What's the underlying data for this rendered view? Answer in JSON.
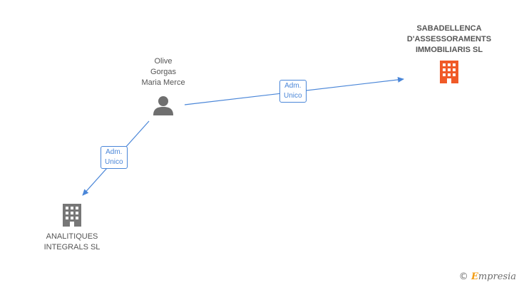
{
  "colors": {
    "edge": "#4a86d8",
    "person": "#6f6f6f",
    "company_main": "#f05a28",
    "company_other": "#777777"
  },
  "nodes": {
    "person": {
      "icon": "person-icon",
      "name_line1": "Olive",
      "name_line2": "Gorgas",
      "name_line3": "Maria Merce"
    },
    "company_main": {
      "icon": "building-icon",
      "name_line1": "SABADELLENCA",
      "name_line2": "D'ASSESSORAMENTS",
      "name_line3": "IMMOBILIARIS SL"
    },
    "company_other": {
      "icon": "building-icon",
      "name_line1": "ANALITIQUES",
      "name_line2": "INTEGRALS SL"
    }
  },
  "edges": [
    {
      "from": "person",
      "to": "company_main",
      "label_line1": "Adm.",
      "label_line2": "Unico"
    },
    {
      "from": "person",
      "to": "company_other",
      "label_line1": "Adm.",
      "label_line2": "Unico"
    }
  ],
  "footer": {
    "copyright": "©",
    "brand_first": "E",
    "brand_rest": "mpresia"
  }
}
